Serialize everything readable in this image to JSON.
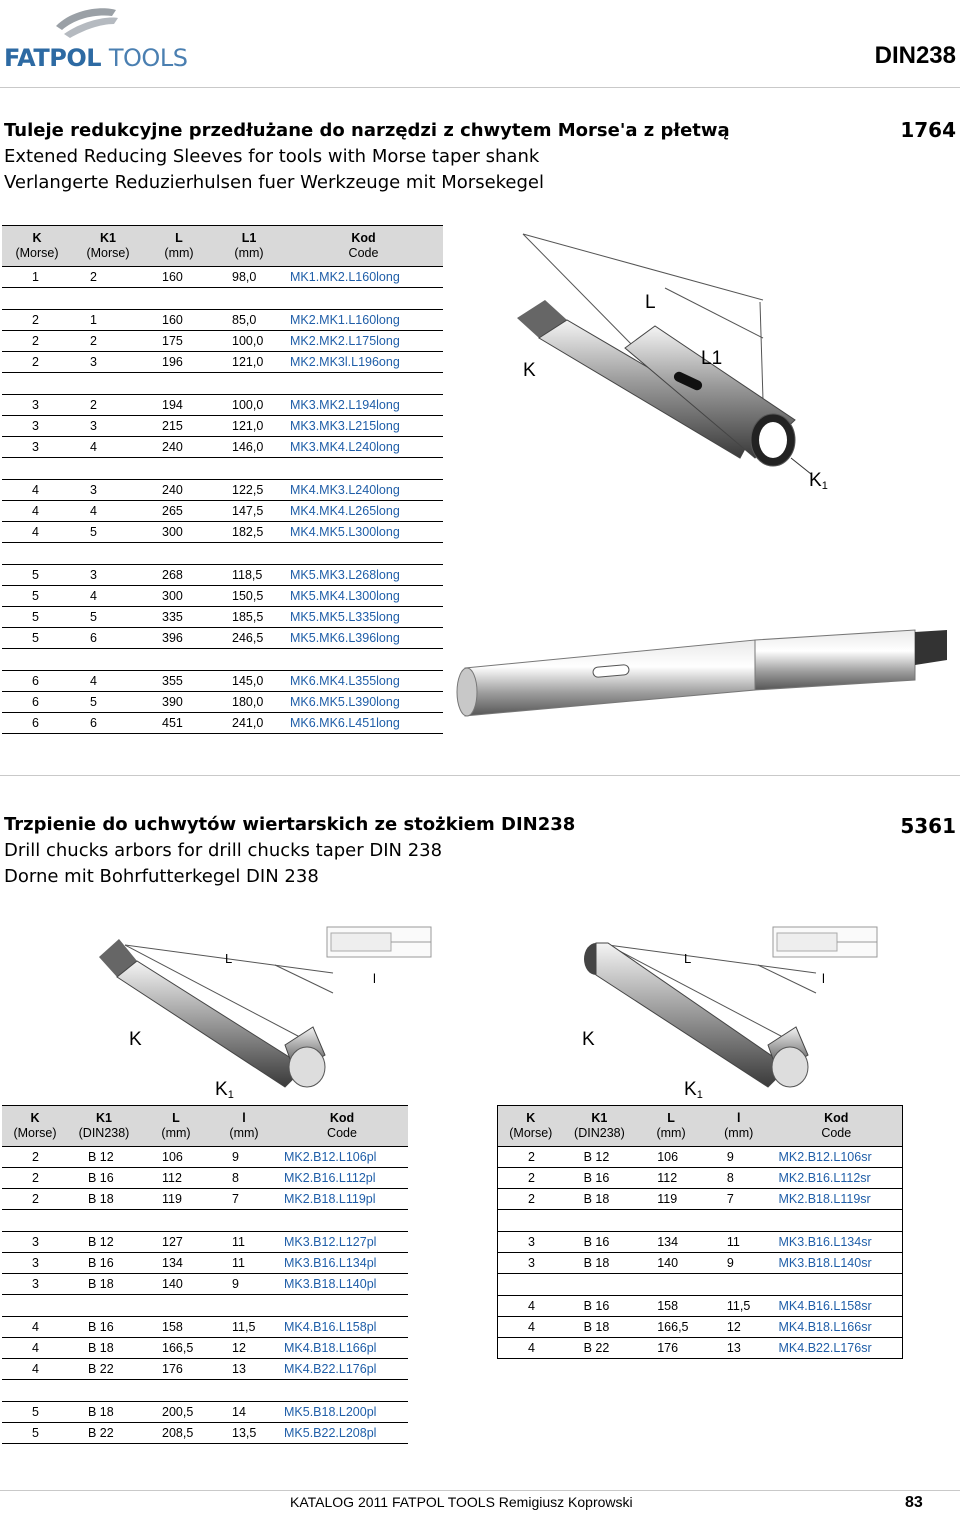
{
  "header": {
    "brand_main": "FATPOL",
    "brand_sub": "TOOLS",
    "doc_id": "DIN238"
  },
  "section1": {
    "title_pl": "Tuleje redukcyjne przedłużane do narzędzi z chwytem Morse'a z płetwą",
    "title_en": "Extened Reducing Sleeves for tools with Morse taper shank",
    "title_de": "Verlangerte Reduzierhulsen fuer Werkzeuge mit Morsekegel",
    "catalog_no": "1764",
    "headers": [
      {
        "top": "K",
        "sub": "(Morse)"
      },
      {
        "top": "K1",
        "sub": "(Morse)"
      },
      {
        "top": "L",
        "sub": "(mm)"
      },
      {
        "top": "L1",
        "sub": "(mm)"
      },
      {
        "top": "Kod",
        "sub": "Code"
      }
    ],
    "groups": [
      [
        [
          "1",
          "2",
          "160",
          "98,0",
          "MK1.MK2.L160long"
        ]
      ],
      [
        [
          "2",
          "1",
          "160",
          "85,0",
          "MK2.MK1.L160long"
        ],
        [
          "2",
          "2",
          "175",
          "100,0",
          "MK2.MK2.L175long"
        ],
        [
          "2",
          "3",
          "196",
          "121,0",
          "MK2.MK3l.L196ong"
        ]
      ],
      [
        [
          "3",
          "2",
          "194",
          "100,0",
          "MK3.MK2.L194long"
        ],
        [
          "3",
          "3",
          "215",
          "121,0",
          "MK3.MK3.L215long"
        ],
        [
          "3",
          "4",
          "240",
          "146,0",
          "MK3.MK4.L240long"
        ]
      ],
      [
        [
          "4",
          "3",
          "240",
          "122,5",
          "MK4.MK3.L240long"
        ],
        [
          "4",
          "4",
          "265",
          "147,5",
          "MK4.MK4.L265long"
        ],
        [
          "4",
          "5",
          "300",
          "182,5",
          "MK4.MK5.L300long"
        ]
      ],
      [
        [
          "5",
          "3",
          "268",
          "118,5",
          "MK5.MK3.L268long"
        ],
        [
          "5",
          "4",
          "300",
          "150,5",
          "MK5.MK4.L300long"
        ],
        [
          "5",
          "5",
          "335",
          "185,5",
          "MK5.MK5.L335long"
        ],
        [
          "5",
          "6",
          "396",
          "246,5",
          "MK5.MK6.L396long"
        ]
      ],
      [
        [
          "6",
          "4",
          "355",
          "145,0",
          "MK6.MK4.L355long"
        ],
        [
          "6",
          "5",
          "390",
          "180,0",
          "MK6.MK5.L390long"
        ],
        [
          "6",
          "6",
          "451",
          "241,0",
          "MK6.MK6.L451long"
        ]
      ]
    ],
    "diagram": {
      "L": "L",
      "L1": "L1",
      "K": "K",
      "K1": "K",
      "K1_sub": "1"
    }
  },
  "section2": {
    "title_pl": "Trzpienie do uchwytów wiertarskich ze stożkiem DIN238",
    "title_en": "Drill chucks arbors for drill chucks taper DIN 238",
    "title_de": "Dorne mit Bohrfutterkegel DIN 238",
    "catalog_no": "5361",
    "diagram": {
      "L": "L",
      "l": "l",
      "K": "K",
      "K1": "K",
      "K1_sub": "1"
    },
    "headers": [
      {
        "top": "K",
        "sub": "(Morse)"
      },
      {
        "top": "K1",
        "sub": "(DIN238)"
      },
      {
        "top": "L",
        "sub": "(mm)"
      },
      {
        "top": "l",
        "sub": "(mm)"
      },
      {
        "top": "Kod",
        "sub": "Code"
      }
    ],
    "left_groups": [
      [
        [
          "2",
          "B 12",
          "106",
          "9",
          "MK2.B12.L106pl"
        ],
        [
          "2",
          "B 16",
          "112",
          "8",
          "MK2.B16.L112pl"
        ],
        [
          "2",
          "B 18",
          "119",
          "7",
          "MK2.B18.L119pl"
        ]
      ],
      [
        [
          "3",
          "B 12",
          "127",
          "11",
          "MK3.B12.L127pl"
        ],
        [
          "3",
          "B 16",
          "134",
          "11",
          "MK3.B16.L134pl"
        ],
        [
          "3",
          "B 18",
          "140",
          "9",
          "MK3.B18.L140pl"
        ]
      ],
      [
        [
          "4",
          "B 16",
          "158",
          "11,5",
          "MK4.B16.L158pl"
        ],
        [
          "4",
          "B 18",
          "166,5",
          "12",
          "MK4.B18.L166pl"
        ],
        [
          "4",
          "B 22",
          "176",
          "13",
          "MK4.B22.L176pl"
        ]
      ],
      [
        [
          "5",
          "B 18",
          "200,5",
          "14",
          "MK5.B18.L200pl"
        ],
        [
          "5",
          "B 22",
          "208,5",
          "13,5",
          "MK5.B22.L208pl"
        ]
      ]
    ],
    "right_groups": [
      [
        [
          "2",
          "B 12",
          "106",
          "9",
          "MK2.B12.L106sr"
        ],
        [
          "2",
          "B 16",
          "112",
          "8",
          "MK2.B16.L112sr"
        ],
        [
          "2",
          "B 18",
          "119",
          "7",
          "MK2.B18.L119sr"
        ]
      ],
      [
        [
          "3",
          "B 16",
          "134",
          "11",
          "MK3.B16.L134sr"
        ],
        [
          "3",
          "B 18",
          "140",
          "9",
          "MK3.B18.L140sr"
        ]
      ],
      [
        [
          "4",
          "B 16",
          "158",
          "11,5",
          "MK4.B16.L158sr"
        ],
        [
          "4",
          "B 18",
          "166,5",
          "12",
          "MK4.B18.L166sr"
        ],
        [
          "4",
          "B 22",
          "176",
          "13",
          "MK4.B22.L176sr"
        ]
      ]
    ]
  },
  "footer": {
    "text": "KATALOG 2011 FATPOL TOOLS Remigiusz Koprowski",
    "page": "83"
  },
  "colors": {
    "code": "#1f5ea8",
    "header_bg": "#d9d9d9",
    "brand": "#2d6aa3"
  }
}
